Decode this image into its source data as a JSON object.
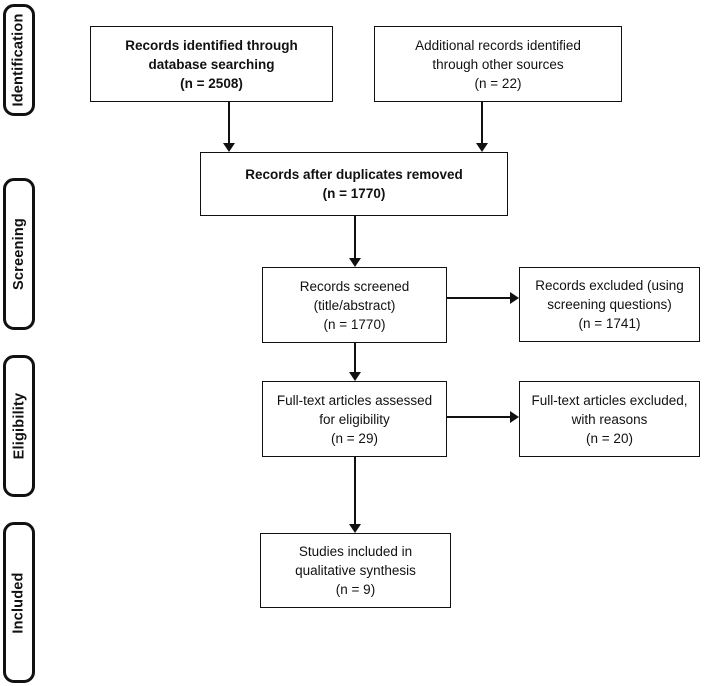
{
  "stages": {
    "identification": "Identification",
    "screening": "Screening",
    "eligibility": "Eligibility",
    "included": "Included"
  },
  "boxes": {
    "records_identified": {
      "lines": [
        "Records identified through",
        "database searching",
        "(n = 2508)"
      ]
    },
    "additional_records": {
      "lines": [
        "Additional records identified",
        "through other sources",
        "(n = 22)"
      ]
    },
    "duplicates_removed": {
      "lines": [
        "Records after duplicates removed",
        "(n = 1770)"
      ]
    },
    "records_screened": {
      "lines": [
        "Records screened",
        "(title/abstract)",
        "(n = 1770)"
      ]
    },
    "records_excluded": {
      "lines": [
        "Records excluded (using",
        "screening questions)",
        "(n = 1741)"
      ]
    },
    "fulltext_assessed": {
      "lines": [
        "Full-text articles assessed",
        "for eligibility",
        "(n = 29)"
      ]
    },
    "fulltext_excluded": {
      "lines": [
        "Full-text articles excluded,",
        "with reasons",
        "(n = 20)"
      ]
    },
    "studies_included": {
      "lines": [
        "Studies included in",
        "qualitative synthesis",
        "(n = 9)"
      ]
    }
  },
  "colors": {
    "ink": "#111111",
    "background": "#ffffff"
  }
}
